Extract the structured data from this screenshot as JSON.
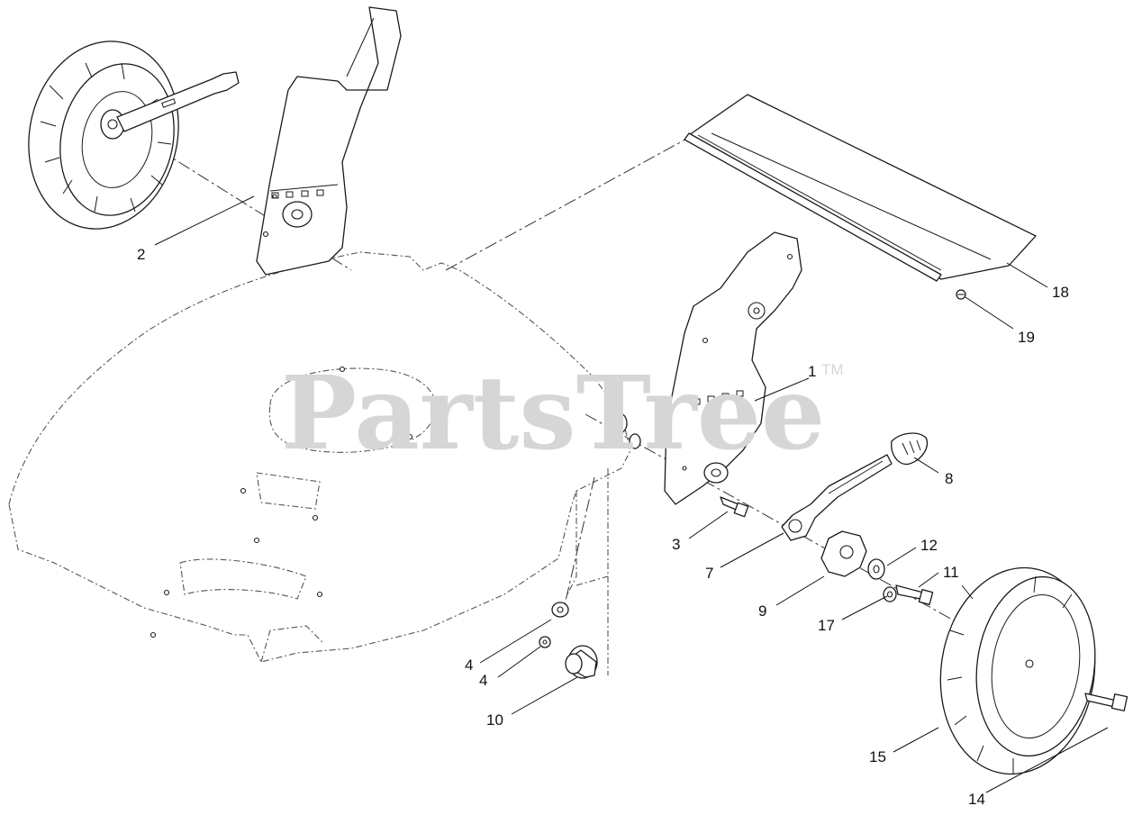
{
  "watermark": {
    "brand": "PartsTree",
    "trademark": "TM"
  },
  "callouts": [
    {
      "id": "c1",
      "label": "1"
    },
    {
      "id": "c2",
      "label": "2"
    },
    {
      "id": "c3",
      "label": "3"
    },
    {
      "id": "c4a",
      "label": "4"
    },
    {
      "id": "c4b",
      "label": "4"
    },
    {
      "id": "c7",
      "label": "7"
    },
    {
      "id": "c8",
      "label": "8"
    },
    {
      "id": "c9",
      "label": "9"
    },
    {
      "id": "c10",
      "label": "10"
    },
    {
      "id": "c11",
      "label": "11"
    },
    {
      "id": "c12",
      "label": "12"
    },
    {
      "id": "c14",
      "label": "14"
    },
    {
      "id": "c15",
      "label": "15"
    },
    {
      "id": "c17",
      "label": "17"
    },
    {
      "id": "c18",
      "label": "18"
    },
    {
      "id": "c19",
      "label": "19"
    }
  ],
  "colors": {
    "line": "#1a1a1a",
    "watermark": "#d6d6d6",
    "background": "#ffffff"
  }
}
